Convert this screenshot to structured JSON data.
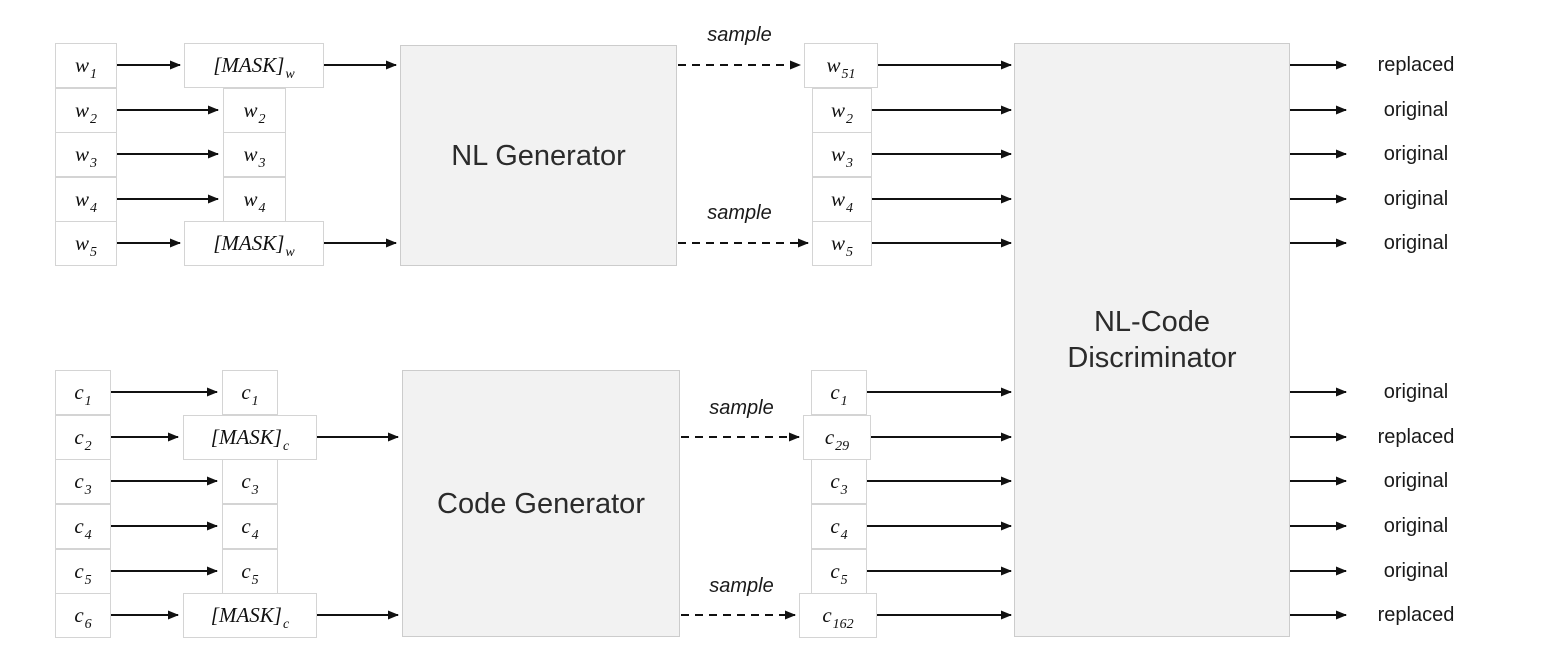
{
  "colors": {
    "background": "#ffffff",
    "token_box_fill": "#ffffff",
    "token_box_border": "#d4d4d4",
    "module_box_fill": "#f2f2f2",
    "module_box_border": "#cccccc",
    "arrow": "#111111",
    "text": "#1a1a1a"
  },
  "nl": {
    "inputs": [
      {
        "base": "w",
        "sub": "1"
      },
      {
        "base": "w",
        "sub": "2"
      },
      {
        "base": "w",
        "sub": "3"
      },
      {
        "base": "w",
        "sub": "4"
      },
      {
        "base": "w",
        "sub": "5"
      }
    ],
    "masked": [
      {
        "base": "[MASK]",
        "sub": "w"
      },
      {
        "base": "w",
        "sub": "2"
      },
      {
        "base": "w",
        "sub": "3"
      },
      {
        "base": "w",
        "sub": "4"
      },
      {
        "base": "[MASK]",
        "sub": "w"
      }
    ],
    "generator_label": "NL Generator",
    "sample_label_top": "sample",
    "sample_label_bottom": "sample",
    "sampled": [
      {
        "base": "w",
        "sub": "51"
      },
      {
        "base": "w",
        "sub": "2"
      },
      {
        "base": "w",
        "sub": "3"
      },
      {
        "base": "w",
        "sub": "4"
      },
      {
        "base": "w",
        "sub": "5"
      }
    ],
    "outputs": [
      "replaced",
      "original",
      "original",
      "original",
      "original"
    ]
  },
  "code": {
    "inputs": [
      {
        "base": "c",
        "sub": "1"
      },
      {
        "base": "c",
        "sub": "2"
      },
      {
        "base": "c",
        "sub": "3"
      },
      {
        "base": "c",
        "sub": "4"
      },
      {
        "base": "c",
        "sub": "5"
      },
      {
        "base": "c",
        "sub": "6"
      }
    ],
    "masked": [
      {
        "base": "c",
        "sub": "1"
      },
      {
        "base": "[MASK]",
        "sub": "c"
      },
      {
        "base": "c",
        "sub": "3"
      },
      {
        "base": "c",
        "sub": "4"
      },
      {
        "base": "c",
        "sub": "5"
      },
      {
        "base": "[MASK]",
        "sub": "c"
      }
    ],
    "generator_label": "Code Generator",
    "sample_label_top": "sample",
    "sample_label_bottom": "sample",
    "sampled": [
      {
        "base": "c",
        "sub": "1"
      },
      {
        "base": "c",
        "sub": "29"
      },
      {
        "base": "c",
        "sub": "3"
      },
      {
        "base": "c",
        "sub": "4"
      },
      {
        "base": "c",
        "sub": "5"
      },
      {
        "base": "c",
        "sub": "162"
      }
    ],
    "outputs": [
      "original",
      "replaced",
      "original",
      "original",
      "original",
      "replaced"
    ]
  },
  "discriminator": {
    "line1": "NL-Code",
    "line2": "Discriminator"
  }
}
